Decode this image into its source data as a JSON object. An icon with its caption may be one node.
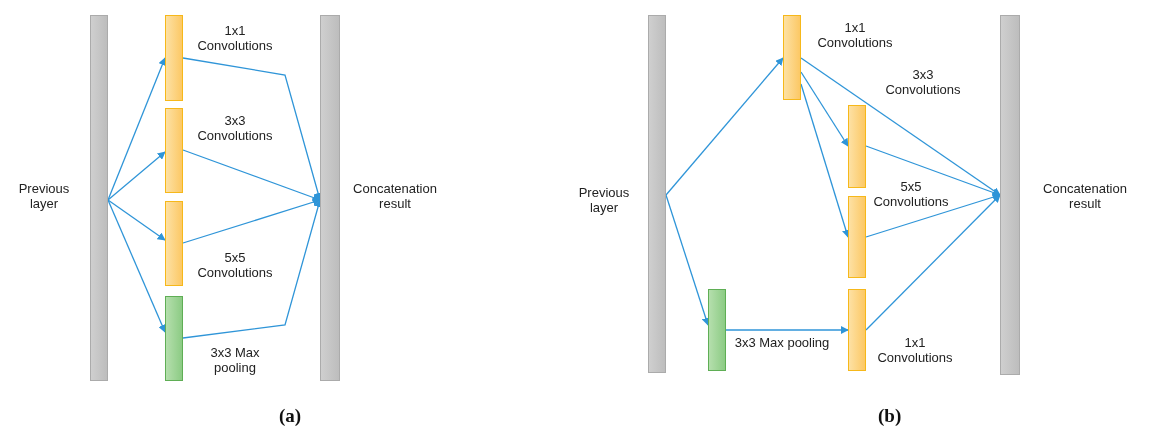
{
  "diagram": {
    "nodes": [
      {
        "text": [],
        "shape": "bar",
        "beside": [
          "Previous layer"
        ]
      },
      {
        "text": [],
        "shape": "bar",
        "beside": [
          "1x1 Convolutions"
        ]
      },
      {
        "text": [],
        "shape": "bar",
        "beside": [
          "3x3 Convolutions"
        ]
      },
      {
        "text": [],
        "shape": "bar",
        "beside": [
          "5x5 Convolutions"
        ]
      },
      {
        "text": [],
        "shape": "bar",
        "beside": [
          "3x3 Max pooling"
        ]
      },
      {
        "text": [],
        "shape": "bar",
        "beside": [
          "Concatenation result"
        ]
      },
      {
        "text": [],
        "shape": "bar",
        "beside": [
          "Previous layer"
        ]
      },
      {
        "text": [],
        "shape": "bar",
        "beside": [
          "1x1 Convolutions"
        ]
      },
      {
        "text": [],
        "shape": "bar",
        "beside": [
          "3x3 Convolutions"
        ]
      },
      {
        "text": [],
        "shape": "bar",
        "beside": [
          "5x5 Convolutions"
        ]
      },
      {
        "text": [],
        "shape": "bar",
        "beside": [
          "3x3 Max pooling"
        ]
      },
      {
        "text": [],
        "shape": "bar",
        "beside": [
          "1x1 Convolutions"
        ]
      },
      {
        "text": [],
        "shape": "bar",
        "beside": [
          "Concatenation result"
        ]
      }
    ],
    "edges": [
      {
        "from": 0,
        "to": 1,
        "arrow": "to"
      },
      {
        "from": 0,
        "to": 2,
        "arrow": "to"
      },
      {
        "from": 0,
        "to": 3,
        "arrow": "to"
      },
      {
        "from": 0,
        "to": 4,
        "arrow": "to"
      },
      {
        "from": 1,
        "to": 5,
        "arrow": "to"
      },
      {
        "from": 2,
        "to": 5,
        "arrow": "to"
      },
      {
        "from": 3,
        "to": 5,
        "arrow": "to"
      },
      {
        "from": 4,
        "to": 5,
        "arrow": "to"
      },
      {
        "from": 6,
        "to": 7,
        "arrow": "to"
      },
      {
        "from": 6,
        "to": 10,
        "arrow": "to"
      },
      {
        "from": 7,
        "to": 8,
        "arrow": "to"
      },
      {
        "from": 7,
        "to": 9,
        "arrow": "to"
      },
      {
        "from": 7,
        "to": 12,
        "arrow": "to"
      },
      {
        "from": 8,
        "to": 12,
        "arrow": "to"
      },
      {
        "from": 9,
        "to": 12,
        "arrow": "to"
      },
      {
        "from": 10,
        "to": 11,
        "arrow": "to"
      },
      {
        "from": 11,
        "to": 12,
        "arrow": "to"
      }
    ],
    "labels": [
      "(a)",
      "(b)"
    ]
  }
}
